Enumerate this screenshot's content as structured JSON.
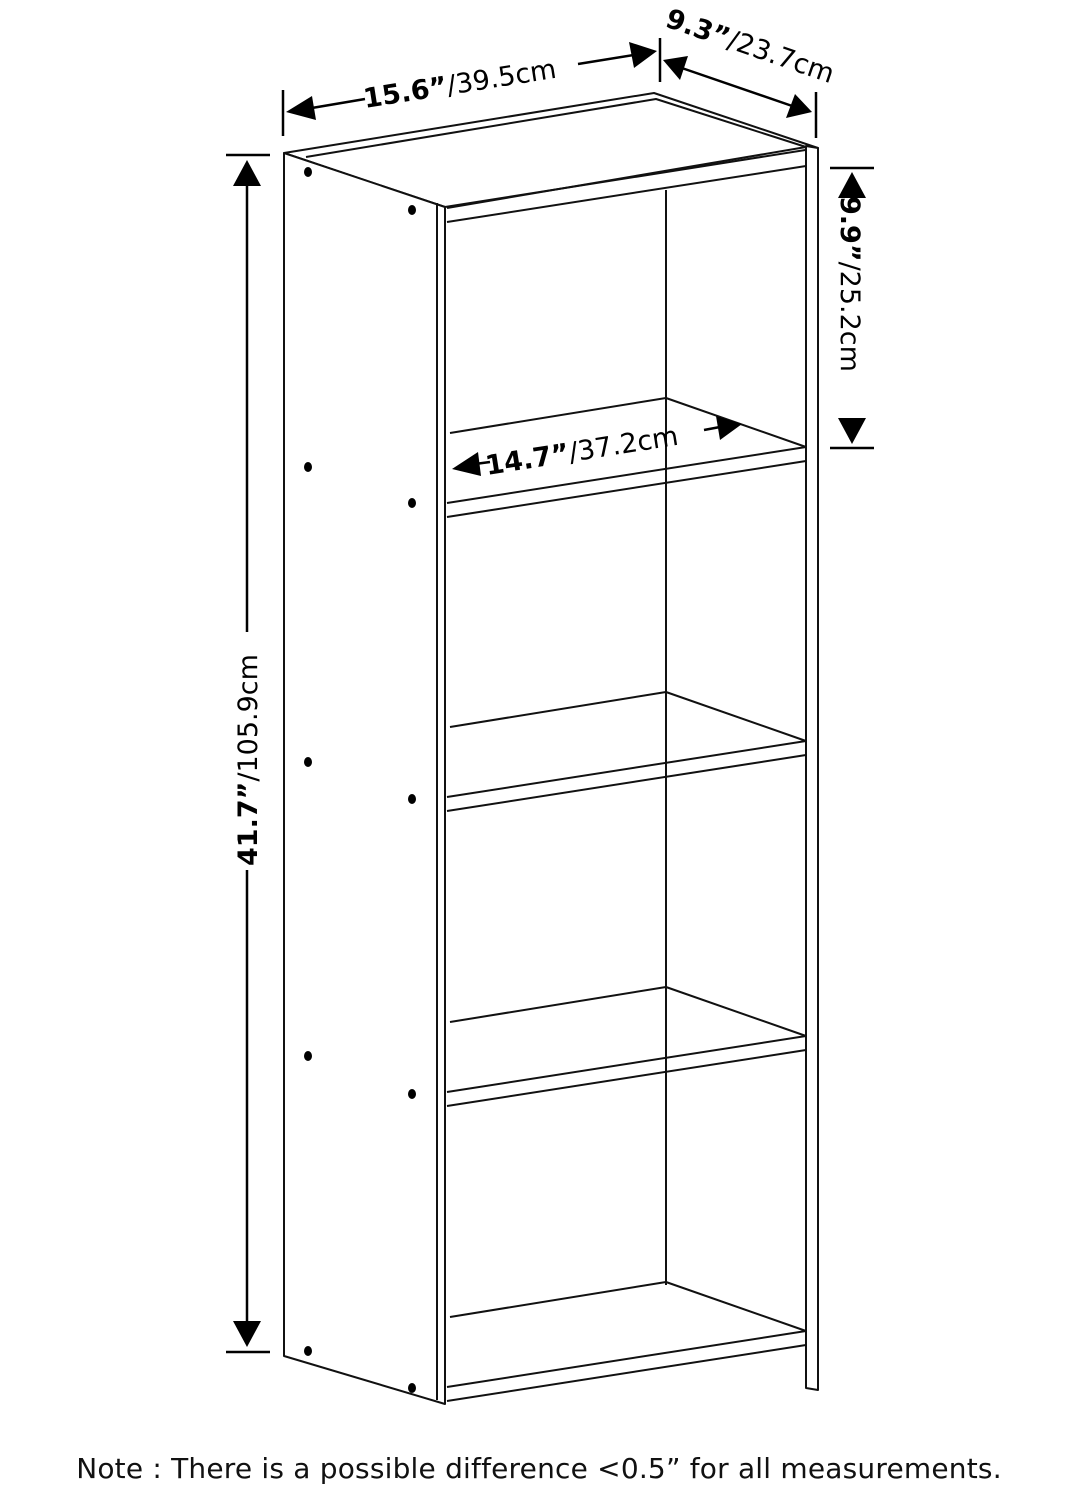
{
  "dimensions": {
    "width": {
      "imperial": "15.6”",
      "metric": "/39.5cm"
    },
    "depth": {
      "imperial": "9.3”",
      "metric": "/23.7cm"
    },
    "height": {
      "imperial": "41.7”",
      "metric": "/105.9cm"
    },
    "shelf_height": {
      "imperial": "9.9”",
      "metric": "/25.2cm"
    },
    "shelf_width": {
      "imperial": "14.7”",
      "metric": "/37.2cm"
    }
  },
  "note": "Note : There is a possible difference <0.5” for all measurements."
}
